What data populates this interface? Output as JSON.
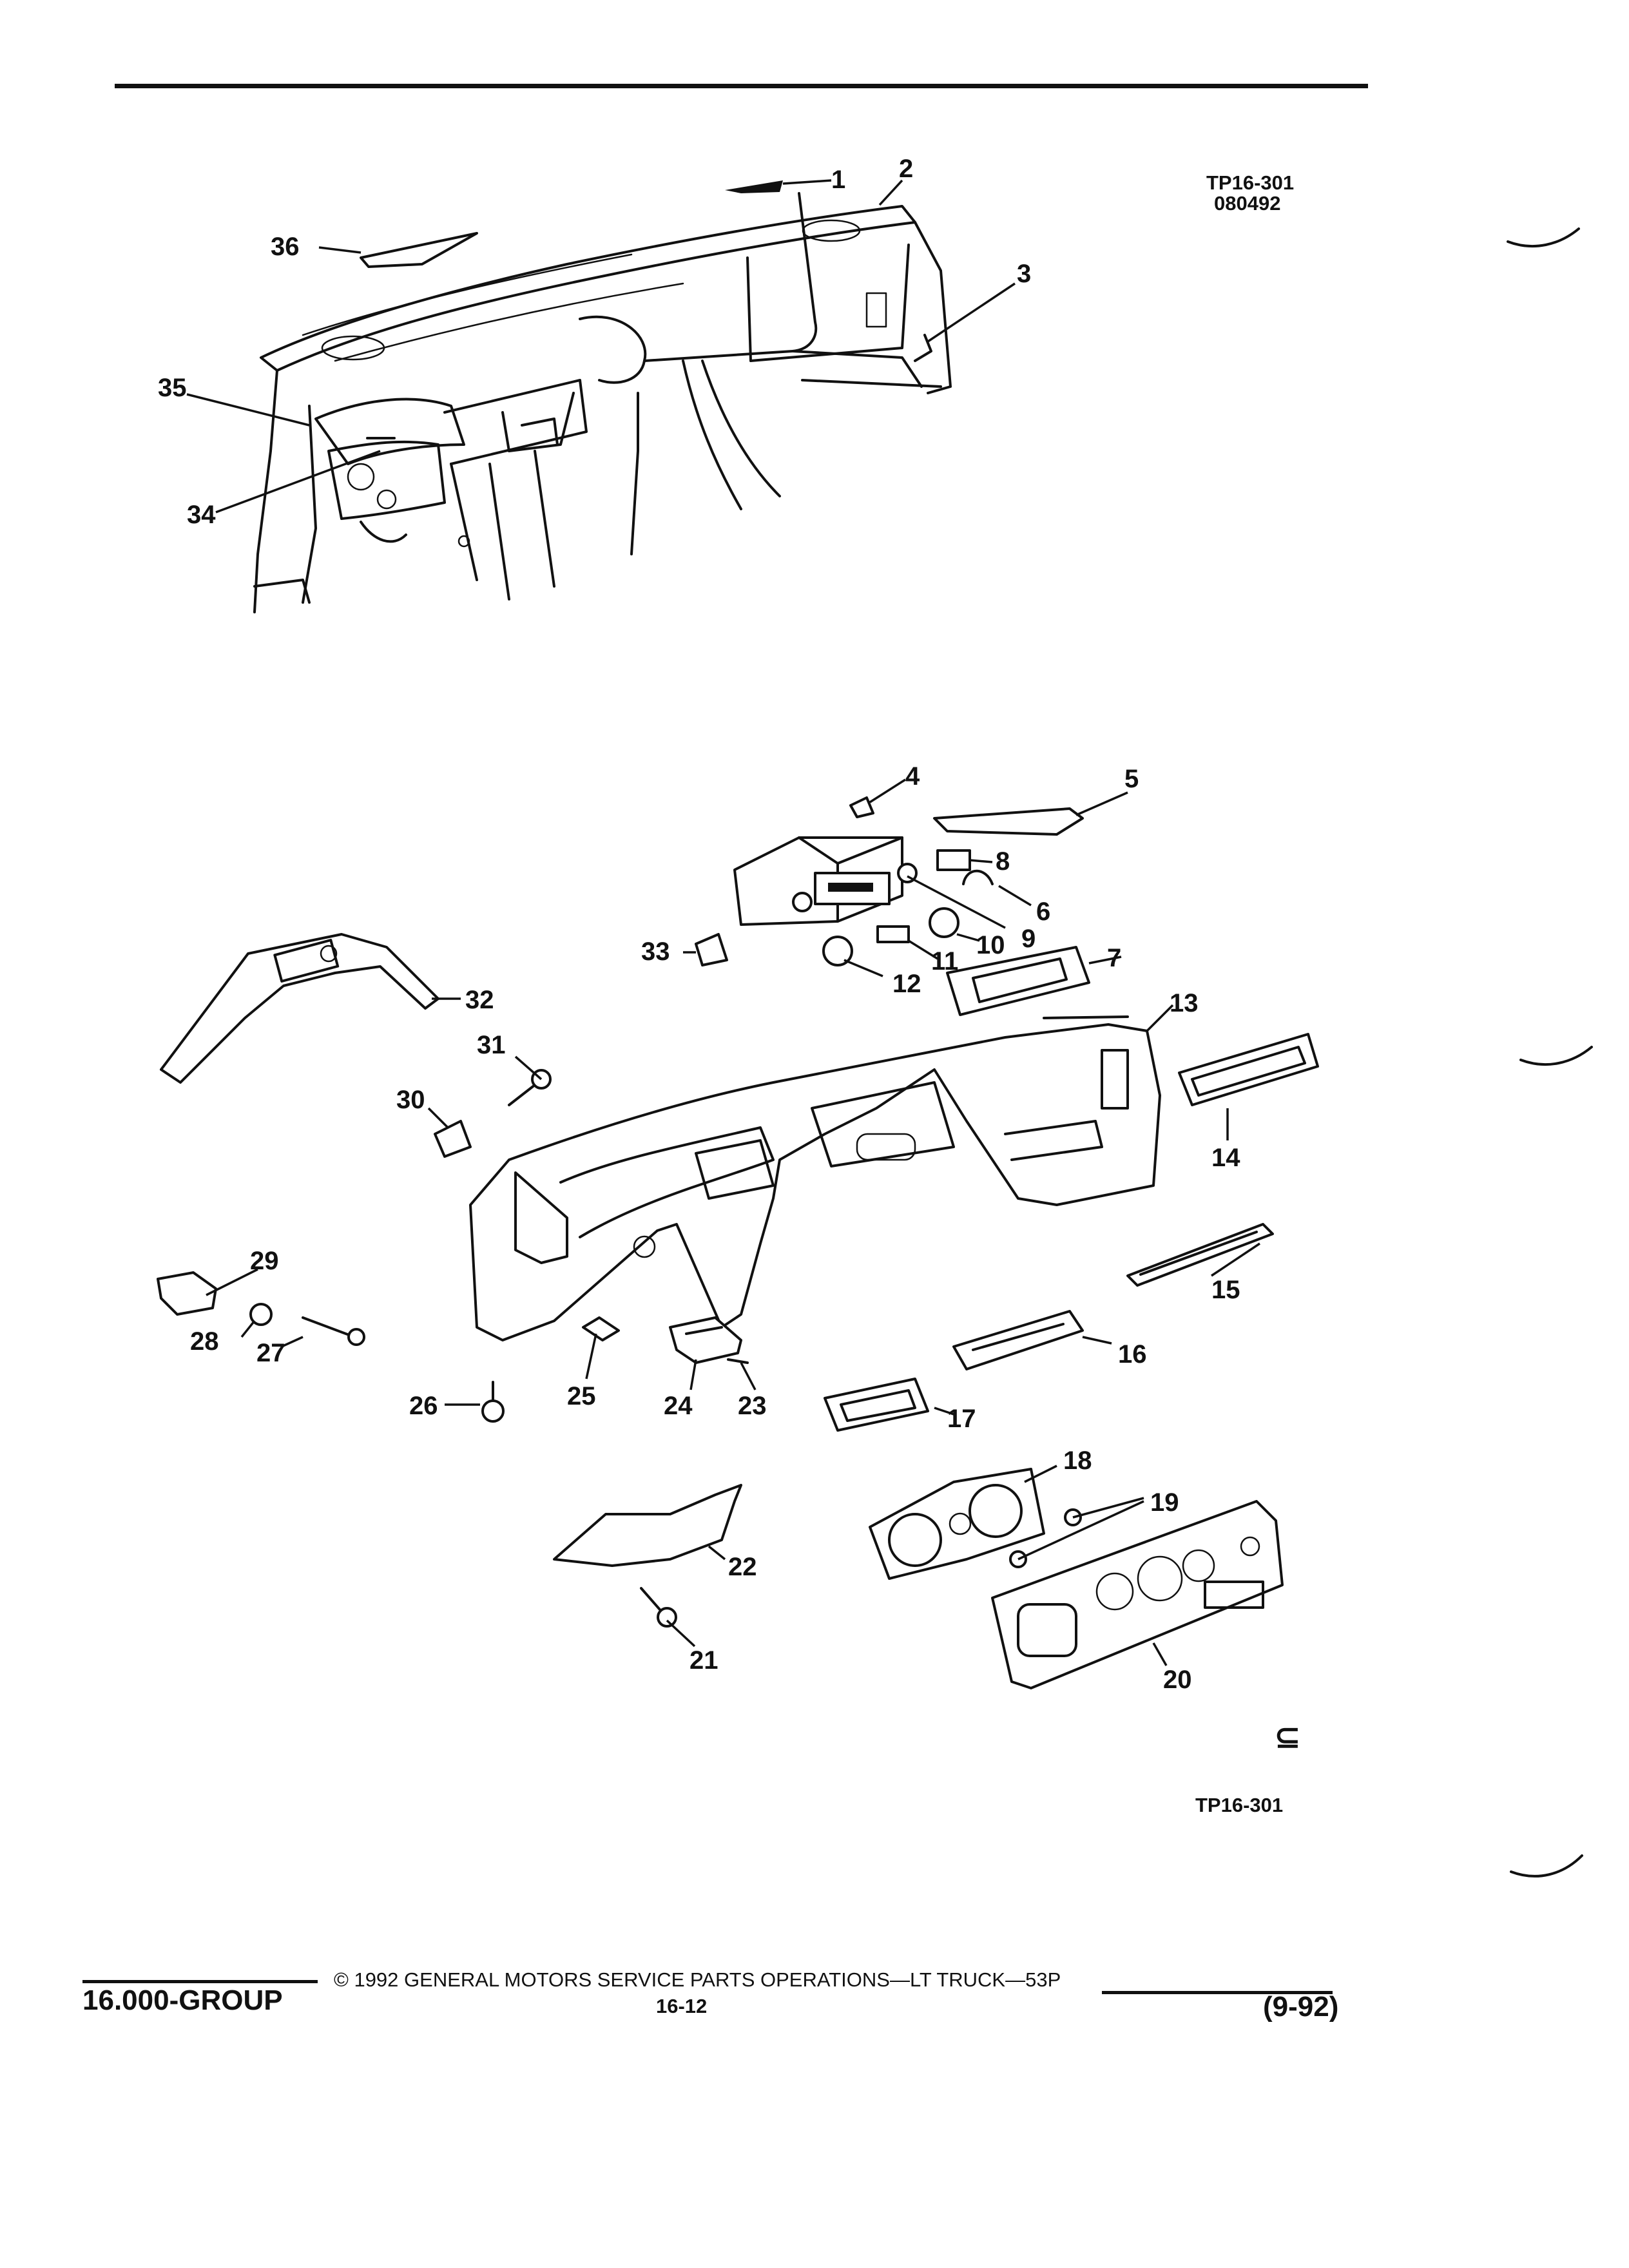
{
  "header": {
    "figure_code": "TP16-301",
    "figure_date": "080492"
  },
  "diagram": {
    "callouts": [
      "1",
      "2",
      "3",
      "4",
      "5",
      "6",
      "7",
      "8",
      "9",
      "10",
      "11",
      "12",
      "13",
      "14",
      "15",
      "16",
      "17",
      "18",
      "19",
      "20",
      "21",
      "22",
      "23",
      "24",
      "25",
      "26",
      "27",
      "28",
      "29",
      "30",
      "31",
      "32",
      "33",
      "34",
      "35",
      "36"
    ],
    "figure_code_bottom": "TP16-301",
    "symbol": "⊆"
  },
  "footer": {
    "group": "16.000-GROUP",
    "copyright": "© 1992 GENERAL MOTORS SERVICE PARTS OPERATIONS—LT TRUCK—53P",
    "page": "16-12",
    "date": "(9-92)"
  }
}
